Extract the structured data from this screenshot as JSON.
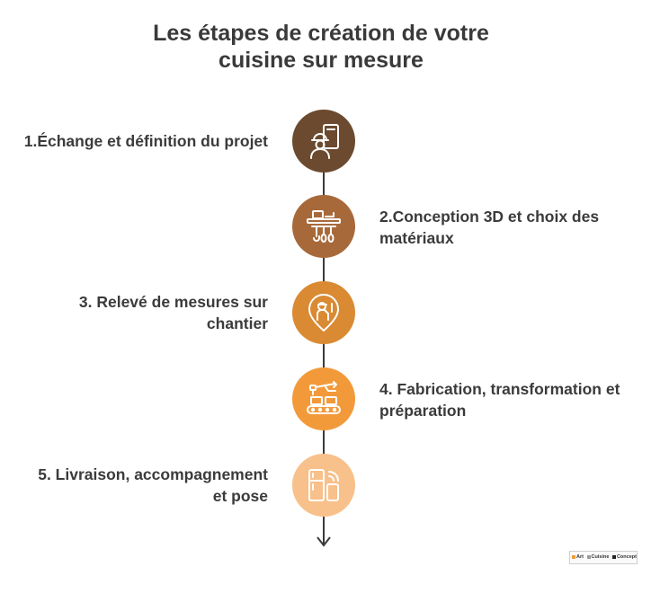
{
  "title": {
    "line1": "Les étapes de création de votre",
    "line2": "cuisine sur mesure"
  },
  "steps": [
    {
      "label_lines": [
        "1.Échange et définition du projet"
      ],
      "side": "left",
      "color": "#6b4a2f",
      "icon": "architect-blueprint-icon"
    },
    {
      "label_lines": [
        "2.Conception 3D et choix des",
        "matériaux"
      ],
      "side": "right",
      "color": "#a8693a",
      "icon": "kitchen-shelf-utensils-icon"
    },
    {
      "label_lines": [
        "3. Relevé de mesures sur",
        "chantier"
      ],
      "side": "left",
      "color": "#d98a33",
      "icon": "location-worker-icon"
    },
    {
      "label_lines": [
        "4. Fabrication, transformation et",
        "préparation"
      ],
      "side": "right",
      "color": "#f29a3a",
      "icon": "robotic-arm-conveyor-icon"
    },
    {
      "label_lines": [
        "5. Livraison, accompagnement",
        "et pose"
      ],
      "side": "left",
      "color": "#f8c08a",
      "icon": "smart-appliances-icon"
    }
  ],
  "logo": {
    "text_parts": [
      "Art",
      "Cuisine",
      "Concept"
    ]
  }
}
